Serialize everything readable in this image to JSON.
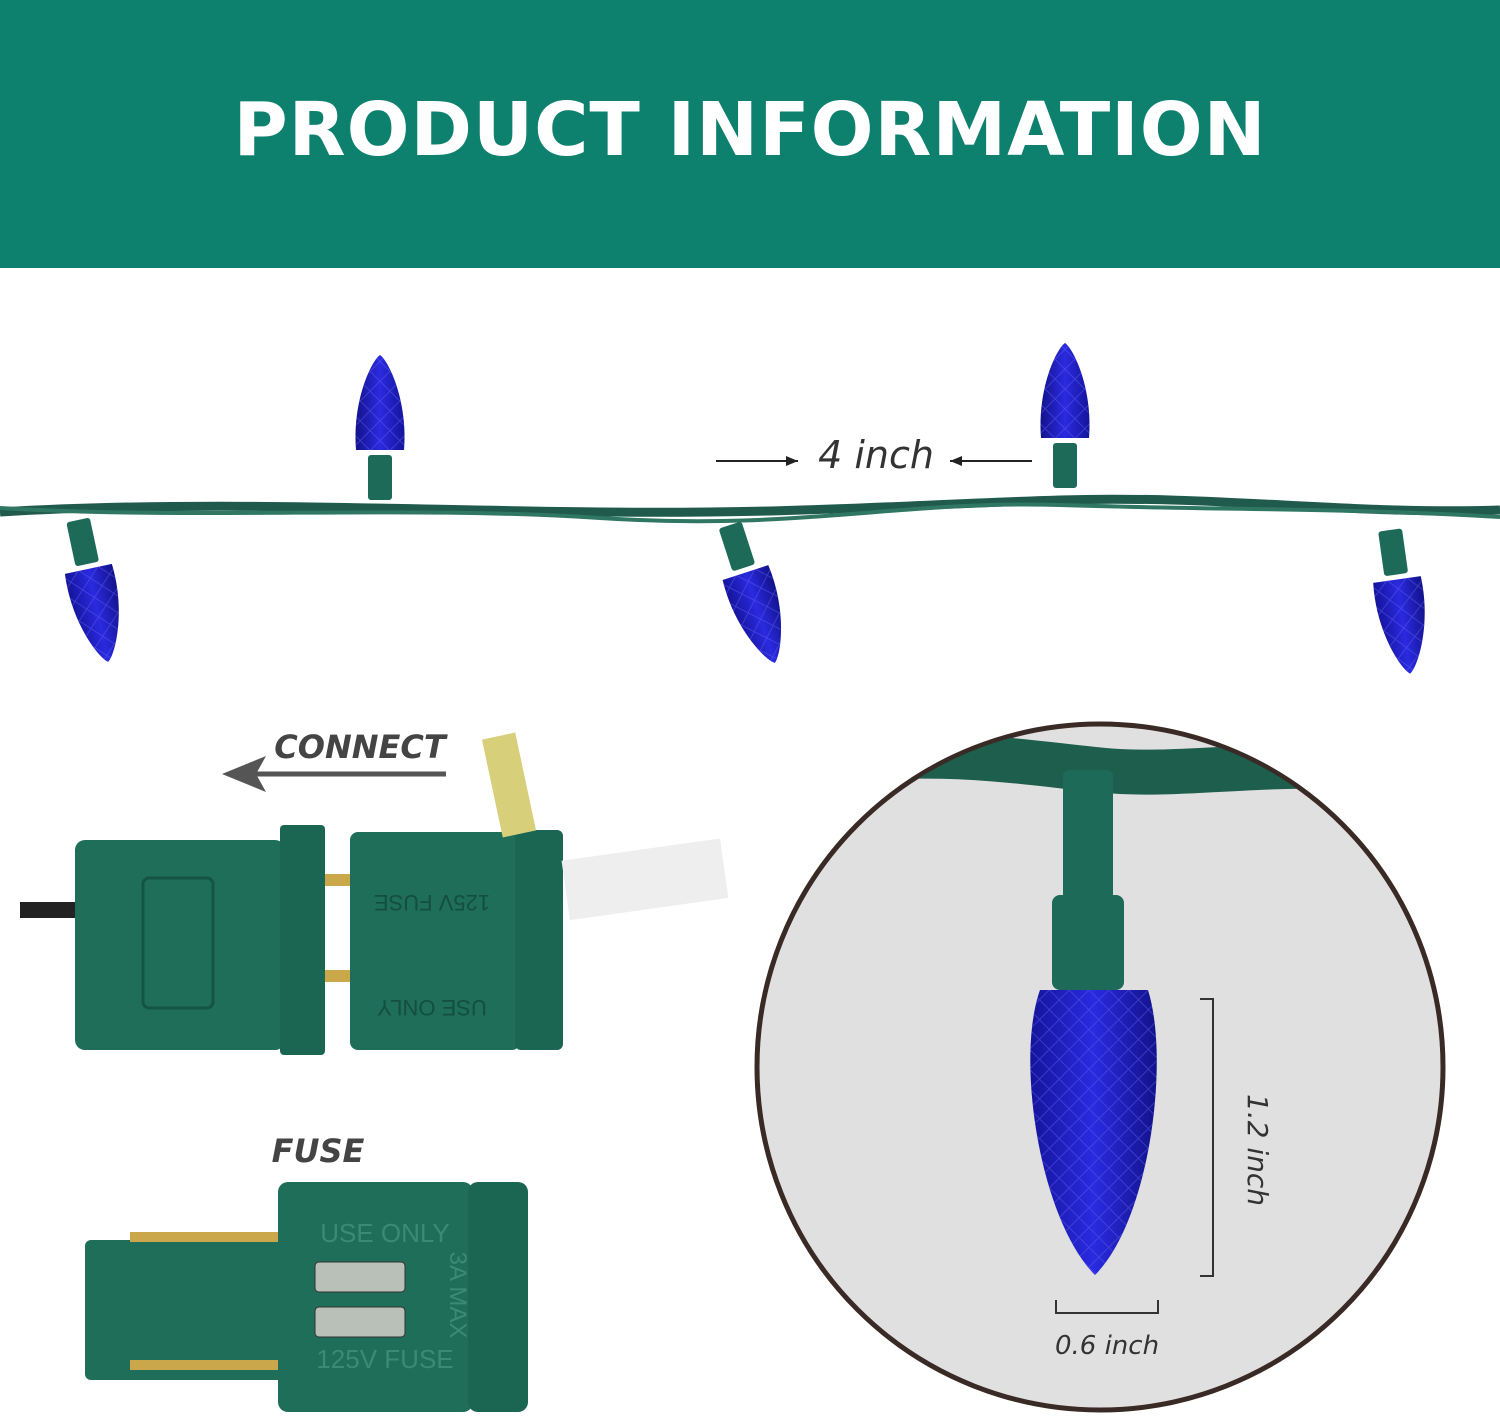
{
  "header": {
    "title": "PRODUCT INFORMATION"
  },
  "colors": {
    "brand": "#0e806e",
    "bulb": "#1f1fd0",
    "wire": "#1f5a4c"
  },
  "labels": {
    "spacing": "4 inch",
    "connect": "CONNECT",
    "fuse": "FUSE",
    "bulb_height": "1.2 inch",
    "bulb_width": "0.6 inch"
  },
  "plug_markings": {
    "rating": "125V FUSE",
    "max": "3A MAX",
    "use_only": "USE ONLY"
  }
}
